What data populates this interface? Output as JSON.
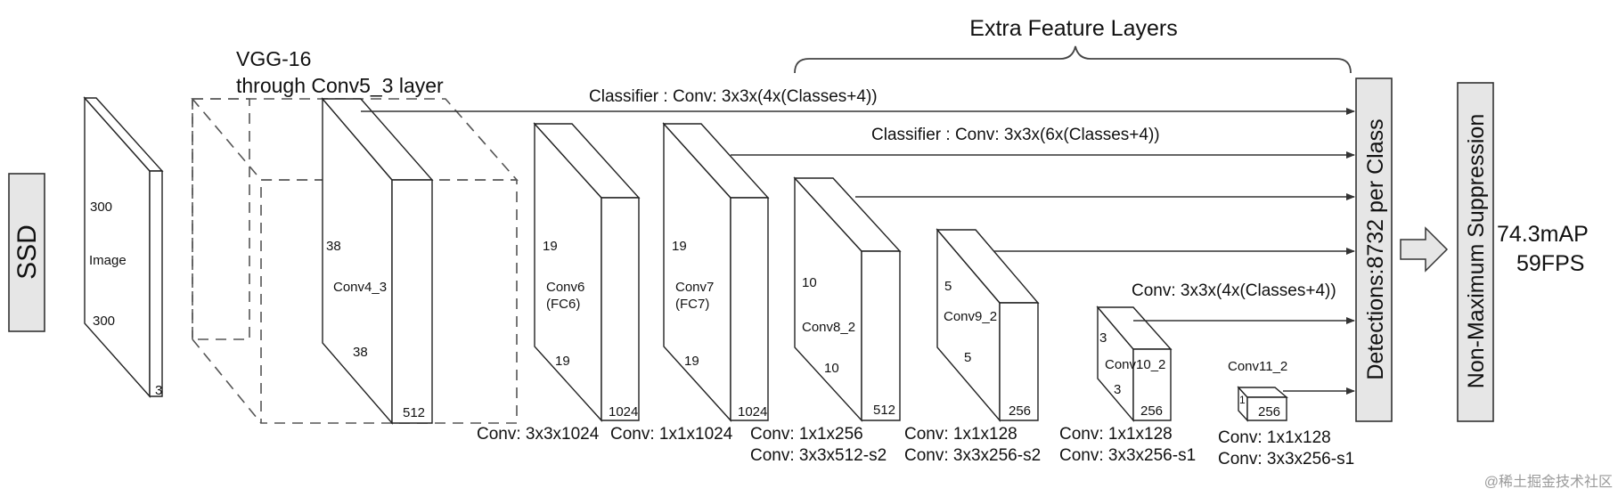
{
  "labels": {
    "ssd": "SSD",
    "vgg_line1": "VGG-16",
    "vgg_line2": "through Conv5_3 layer",
    "extra_layers": "Extra Feature Layers",
    "classifier1": "Classifier : Conv: 3x3x(4x(Classes+4))",
    "classifier2": "Classifier : Conv: 3x3x(6x(Classes+4))",
    "classifier3": "Conv: 3x3x(4x(Classes+4))",
    "detections": "Detections:8732  per Class",
    "nms": "Non-Maximum Suppression",
    "map": "74.3mAP",
    "fps": "59FPS",
    "watermark": "@稀土掘金技术社区"
  },
  "blocks": [
    {
      "id": "image",
      "name": "Image",
      "name2": "",
      "dim_top": "300",
      "dim_bottom": "300",
      "depth": "3"
    },
    {
      "id": "conv4_3",
      "name": "Conv4_3",
      "name2": "",
      "dim_top": "38",
      "dim_bottom": "38",
      "depth": "512"
    },
    {
      "id": "conv6",
      "name": "Conv6",
      "name2": "(FC6)",
      "dim_top": "19",
      "dim_bottom": "19",
      "depth": "1024"
    },
    {
      "id": "conv7",
      "name": "Conv7",
      "name2": "(FC7)",
      "dim_top": "19",
      "dim_bottom": "19",
      "depth": "1024"
    },
    {
      "id": "conv8_2",
      "name": "Conv8_2",
      "name2": "",
      "dim_top": "10",
      "dim_bottom": "10",
      "depth": "512"
    },
    {
      "id": "conv9_2",
      "name": "Conv9_2",
      "name2": "",
      "dim_top": "5",
      "dim_bottom": "5",
      "depth": "256"
    },
    {
      "id": "conv10_2",
      "name": "Conv10_2",
      "name2": "",
      "dim_top": "3",
      "dim_bottom": "3",
      "depth": "256"
    },
    {
      "id": "conv11_2",
      "name": "Conv11_2",
      "name2": "",
      "dim_top": "1",
      "dim_bottom": "",
      "depth": "256"
    }
  ],
  "conv_ops": [
    {
      "line1": "Conv: 3x3x1024",
      "line2": ""
    },
    {
      "line1": "Conv: 1x1x1024",
      "line2": ""
    },
    {
      "line1": "Conv:  1x1x256",
      "line2": "Conv:  3x3x512-s2"
    },
    {
      "line1": "Conv: 1x1x128",
      "line2": "Conv: 3x3x256-s2"
    },
    {
      "line1": "Conv: 1x1x128",
      "line2": "Conv: 3x3x256-s1"
    },
    {
      "line1": "Conv: 1x1x128",
      "line2": "Conv: 3x3x256-s1"
    }
  ]
}
